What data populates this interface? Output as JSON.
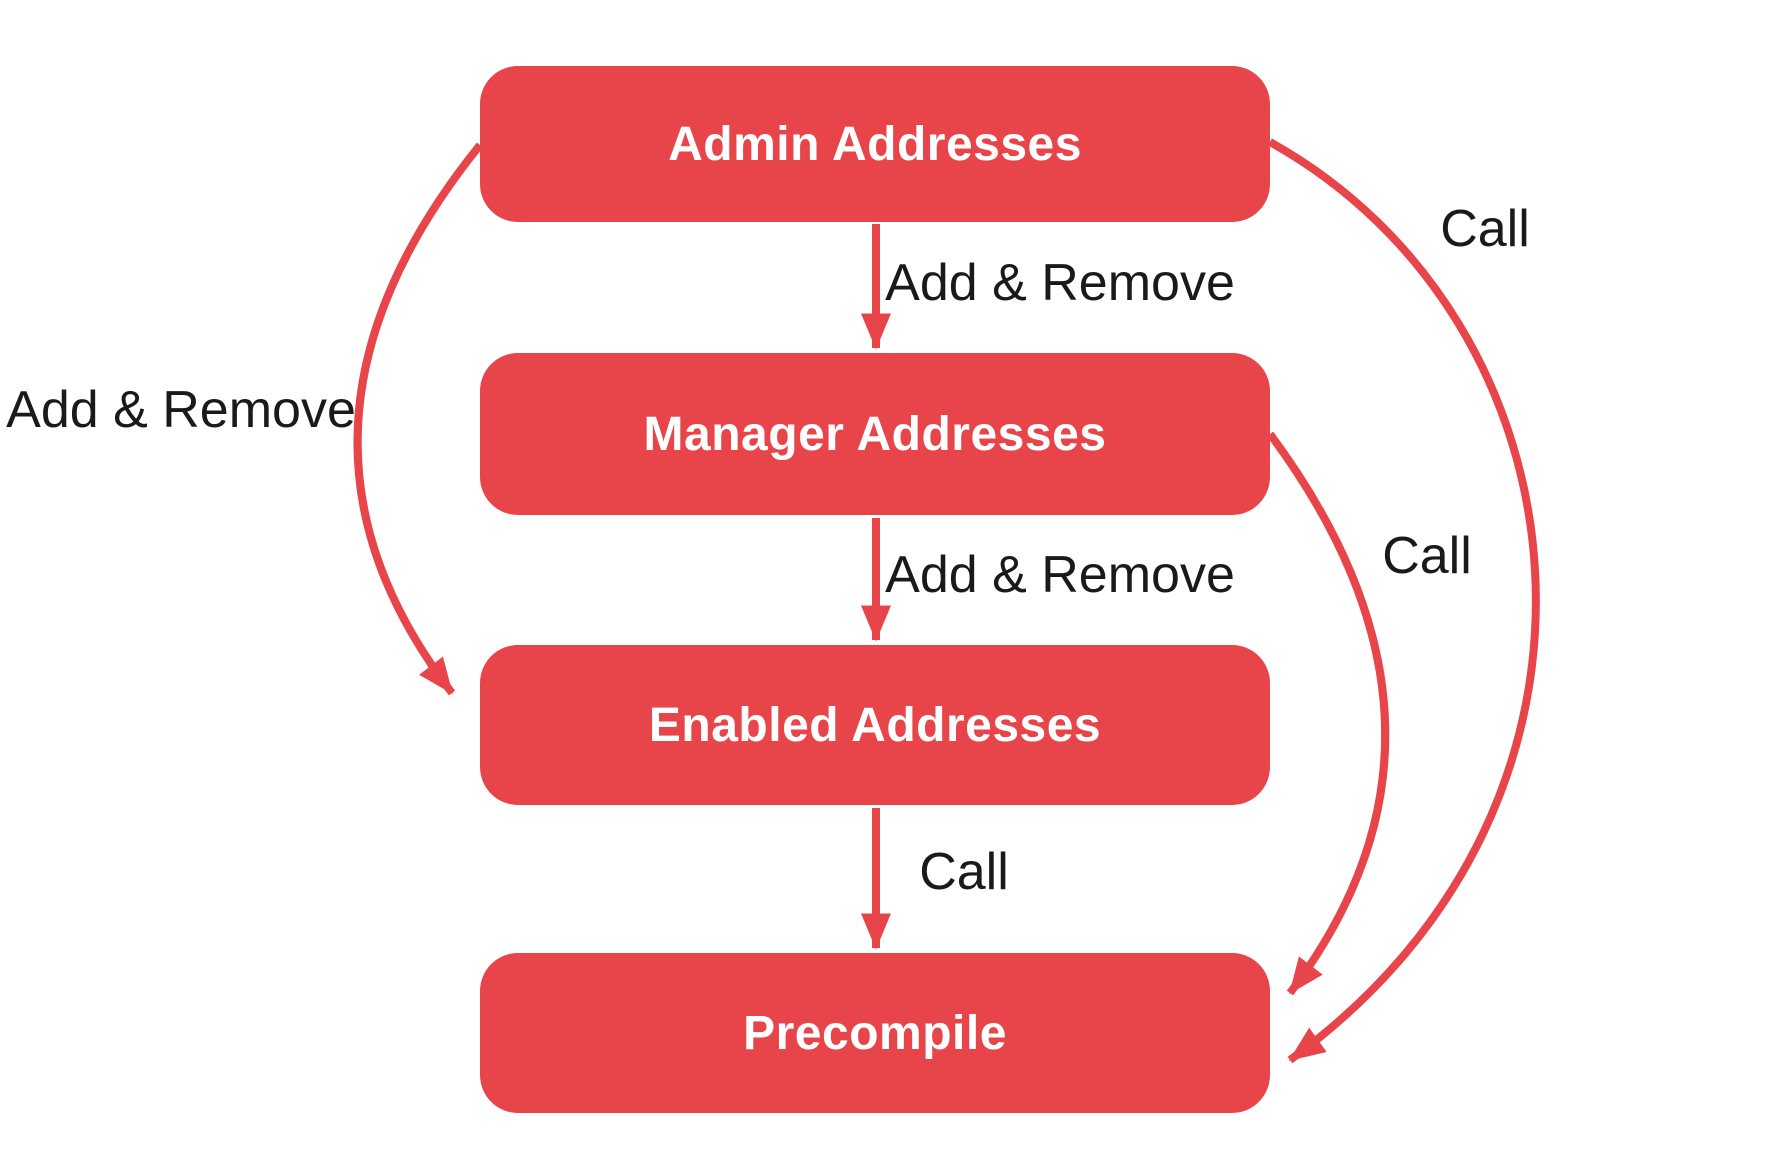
{
  "diagram": {
    "type": "flowchart",
    "colors": {
      "node_fill": "#E8454A",
      "node_text": "#FFFFFF",
      "edge_stroke": "#E8454A",
      "label_text": "#1A1A1A",
      "background": "#FFFFFF"
    },
    "nodes": [
      {
        "id": "admin",
        "label": "Admin Addresses"
      },
      {
        "id": "manager",
        "label": "Manager Addresses"
      },
      {
        "id": "enabled",
        "label": "Enabled Addresses"
      },
      {
        "id": "precompile",
        "label": "Precompile"
      }
    ],
    "edges": [
      {
        "id": "admin-to-manager",
        "from": "Admin Addresses",
        "to": "Manager Addresses",
        "label": "Add & Remove",
        "shape": "straight-down"
      },
      {
        "id": "manager-to-enabled",
        "from": "Manager Addresses",
        "to": "Enabled Addresses",
        "label": "Add & Remove",
        "shape": "straight-down"
      },
      {
        "id": "enabled-to-precompile",
        "from": "Enabled Addresses",
        "to": "Precompile",
        "label": "Call",
        "shape": "straight-down"
      },
      {
        "id": "admin-to-enabled",
        "from": "Admin Addresses",
        "to": "Enabled Addresses",
        "label": "Add & Remove",
        "shape": "curved-left"
      },
      {
        "id": "manager-to-precompile",
        "from": "Manager Addresses",
        "to": "Precompile",
        "label": "Call",
        "shape": "curved-right-inner"
      },
      {
        "id": "admin-to-precompile",
        "from": "Admin Addresses",
        "to": "Precompile",
        "label": "Call",
        "shape": "curved-right-outer"
      }
    ]
  }
}
